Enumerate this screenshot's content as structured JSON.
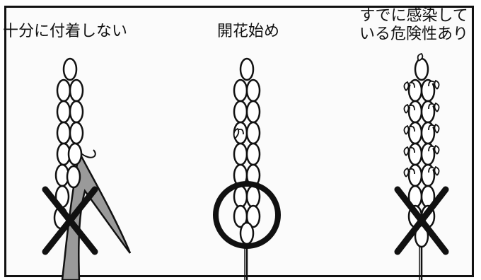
{
  "labels": {
    "insufficient": "十分に付着しない",
    "flowering_start": "開花始め",
    "infected_risk": "すでに感染している危険性あり"
  },
  "marks": {
    "left": "cross",
    "center": "circle",
    "right": "cross"
  },
  "colors": {
    "line": "#111111",
    "fill": "#ffffff",
    "leaf": "#9a9a9a",
    "background": "#fbfbfb"
  }
}
